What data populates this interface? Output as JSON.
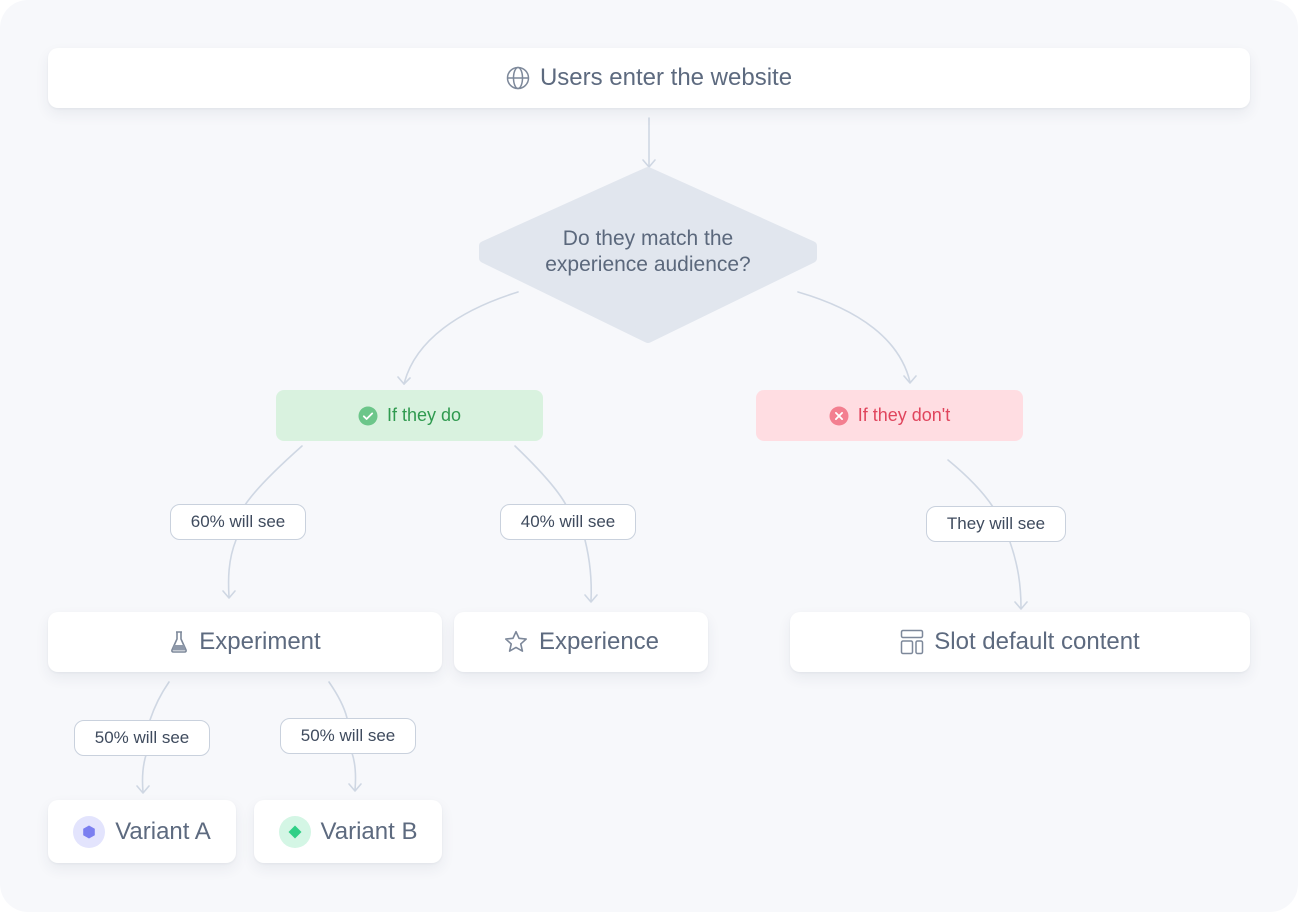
{
  "diagram": {
    "start": {
      "label": "Users enter the website",
      "icon": "globe-icon"
    },
    "decision": {
      "line1": "Do they match the",
      "line2": "experience audience?"
    },
    "branch_yes": {
      "label": "If they do",
      "icon": "check-circle-icon",
      "color": "#2f9a4f",
      "background": "#d9f2df"
    },
    "branch_no": {
      "label": "If they don't",
      "icon": "x-circle-icon",
      "color": "#e0455d",
      "background": "#ffdde2"
    },
    "edges": {
      "yes_to_experiment": "60% will see",
      "yes_to_experience": "40% will see",
      "no_to_default": "They will see",
      "experiment_to_a": "50% will see",
      "experiment_to_b": "50% will see"
    },
    "experiment": {
      "label": "Experiment",
      "icon": "flask-icon"
    },
    "experience": {
      "label": "Experience",
      "icon": "star-icon"
    },
    "slot_default": {
      "label": "Slot default content",
      "icon": "layout-icon"
    },
    "variant_a": {
      "label": "Variant A",
      "icon": "hexagon-icon",
      "color": "#7b7ff0"
    },
    "variant_b": {
      "label": "Variant B",
      "icon": "diamond-icon",
      "color": "#2fcf86"
    }
  }
}
